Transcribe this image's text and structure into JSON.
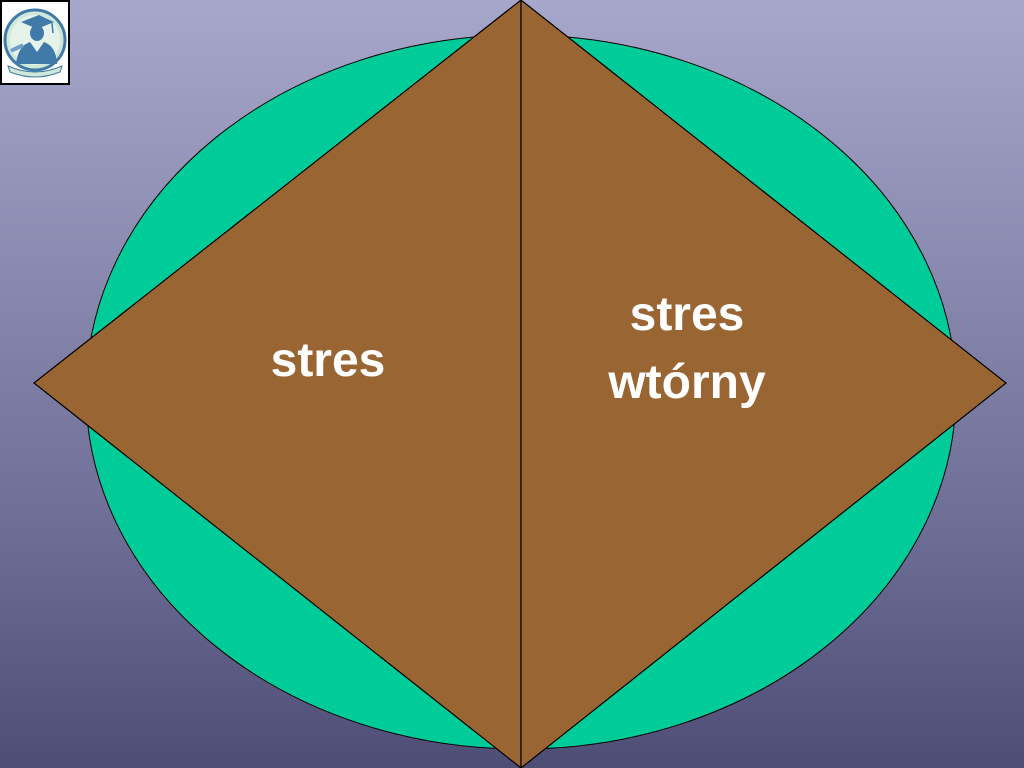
{
  "labels": {
    "left": "stres",
    "right_line1": "stres",
    "right_line2": "wtórny"
  },
  "colors": {
    "background_top": "#a7a7cb",
    "background_bottom": "#4d4d75",
    "ellipse": "#00cc99",
    "diamond": "#996633",
    "text": "#ffffff"
  },
  "logo": {
    "icon": "graduate-icon"
  }
}
